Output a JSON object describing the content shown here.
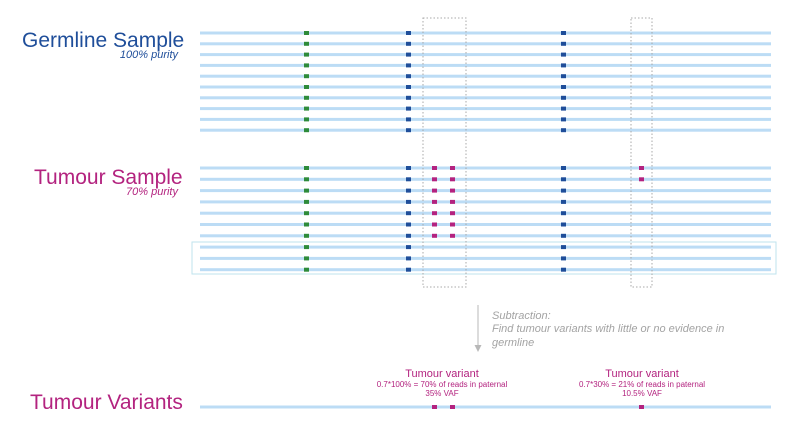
{
  "colors": {
    "germline": "#1f4e9a",
    "tumour": "#b3237f",
    "read": "#bcdcf5",
    "green": "#2e8b3a",
    "blue": "#1f4e9a",
    "magenta": "#b3237f",
    "box": "#a8a8a8",
    "note": "#a3a3a3"
  },
  "germline": {
    "title": "Germline Sample",
    "purity": "100% purity"
  },
  "tumour": {
    "title": "Tumour Sample",
    "purity": "70% purity"
  },
  "result": {
    "title": "Tumour Variants"
  },
  "subtraction": {
    "heading": "Subtraction:",
    "text": "Find tumour variants with little or no evidence in germline"
  },
  "variant1": {
    "label": "Tumour variant",
    "calc": "0.7*100% = 70% of reads in paternal",
    "vaf": "35% VAF"
  },
  "variant2": {
    "label": "Tumour variant",
    "calc": "0.7*30% = 21% of reads in paternal",
    "vaf": "10.5% VAF"
  }
}
